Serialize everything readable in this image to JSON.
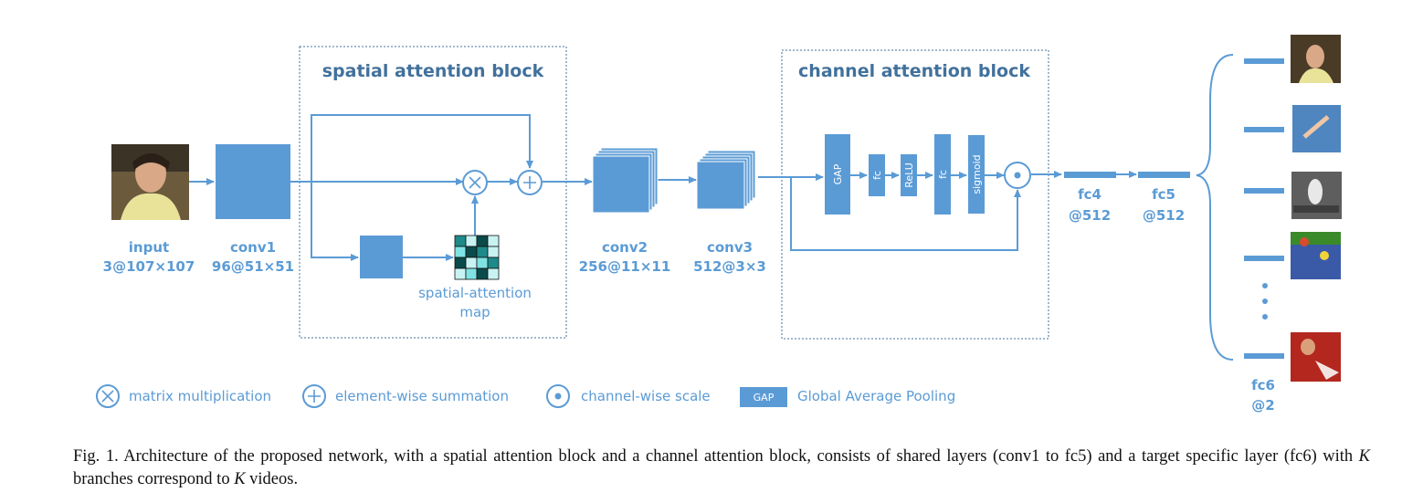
{
  "blocks": {
    "spatial_title": "spatial attention block",
    "channel_title": "channel attention block"
  },
  "layers": {
    "input": {
      "name": "input",
      "dims": "3@107×107"
    },
    "conv1": {
      "name": "conv1",
      "dims": "96@51×51"
    },
    "conv2": {
      "name": "conv2",
      "dims": "256@11×11"
    },
    "conv3": {
      "name": "conv3",
      "dims": "512@3×3"
    },
    "fc4": {
      "name": "fc4",
      "dims": "@512"
    },
    "fc5": {
      "name": "fc5",
      "dims": "@512"
    },
    "fc6": {
      "name": "fc6",
      "dims": "@2"
    }
  },
  "spatial_map_label": [
    "spatial-attention",
    "map"
  ],
  "channel_ops": [
    "GAP",
    "fc",
    "ReLU",
    "fc",
    "sigmoid"
  ],
  "legend": {
    "mult": "matrix multiplication",
    "sum": "element-wise summation",
    "scale": "channel-wise scale",
    "gap_box": "GAP",
    "gap": "Global Average Pooling"
  },
  "caption": {
    "fig": "Fig. 1.",
    "part1": "Architecture of the proposed network, with a spatial attention block and a channel attention block, consists of shared layers (conv1 to fc5) and a target specific layer (fc6) with",
    "k1": "K",
    "part2": "branches correspond to",
    "k2": "K",
    "part3": "videos."
  },
  "colors": {
    "accent": "#5B9BD5",
    "dark": "#41719C",
    "heat": [
      "#1f8a8a",
      "#c8f3f3",
      "#0b4a4a",
      "#7fe3e3"
    ]
  }
}
